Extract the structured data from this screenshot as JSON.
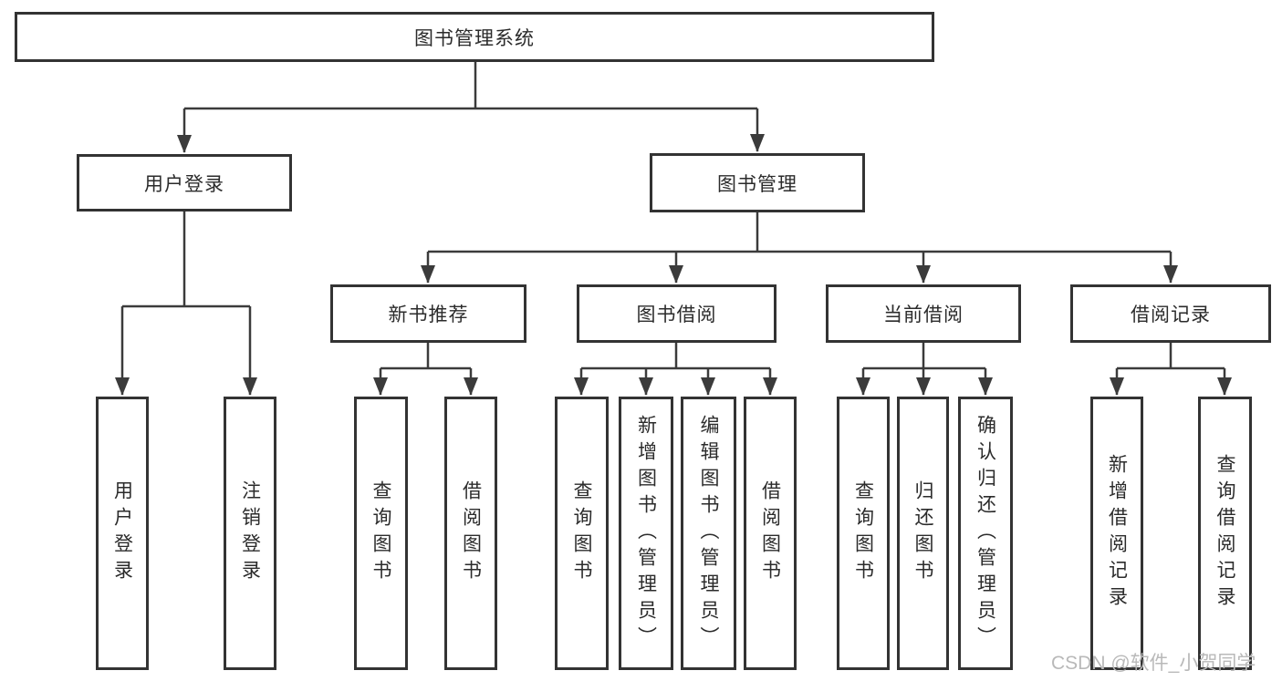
{
  "diagram": {
    "root": {
      "label": "图书管理系统"
    },
    "branches": [
      {
        "label": "用户登录",
        "children": [
          {
            "label": "用户登录"
          },
          {
            "label": "注销登录"
          }
        ]
      },
      {
        "label": "图书管理",
        "children": [
          {
            "label": "新书推荐",
            "children": [
              {
                "label": "查询图书"
              },
              {
                "label": "借阅图书"
              }
            ]
          },
          {
            "label": "图书借阅",
            "children": [
              {
                "label": "查询图书"
              },
              {
                "label": "新增图书（管理员）"
              },
              {
                "label": "编辑图书（管理员）"
              },
              {
                "label": "借阅图书"
              }
            ]
          },
          {
            "label": "当前借阅",
            "children": [
              {
                "label": "查询图书"
              },
              {
                "label": "归还图书"
              },
              {
                "label": "确认归还（管理员）"
              }
            ]
          },
          {
            "label": "借阅记录",
            "children": [
              {
                "label": "新增借阅记录"
              },
              {
                "label": "查询借阅记录"
              }
            ]
          }
        ]
      }
    ]
  },
  "watermark": {
    "text": "CSDN @软件_小贺同学",
    "color": "#b9b9b9"
  },
  "colors": {
    "line": "#3b3b3b",
    "box_border": "#333333",
    "text": "#2b2b2b",
    "background": "#ffffff"
  }
}
